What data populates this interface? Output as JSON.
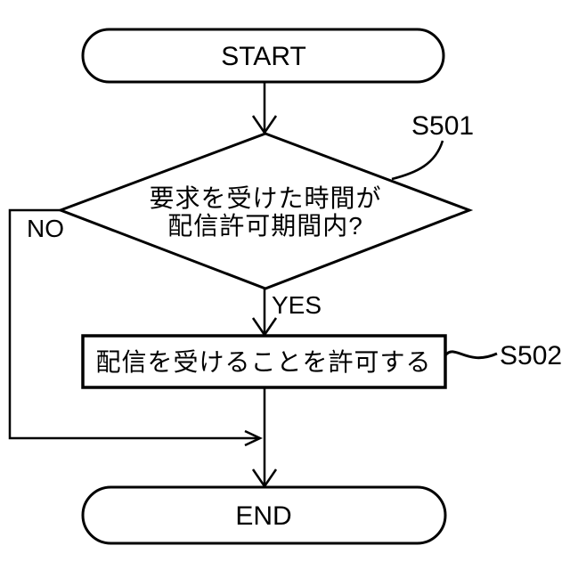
{
  "figure": {
    "kind": "flowchart",
    "background_color": "#ffffff",
    "line_color": "#000000",
    "nodes": {
      "start": {
        "shape": "terminator",
        "label": "START"
      },
      "decision": {
        "shape": "diamond",
        "step": "S501",
        "text_line1": "要求を受けた時間が",
        "text_line2": "配信許可期間内?"
      },
      "process": {
        "shape": "rectangle",
        "step": "S502",
        "label": "配信を受けることを許可する"
      },
      "end": {
        "shape": "terminator",
        "label": "END"
      }
    },
    "branch_labels": {
      "no": "NO",
      "yes": "YES"
    }
  }
}
